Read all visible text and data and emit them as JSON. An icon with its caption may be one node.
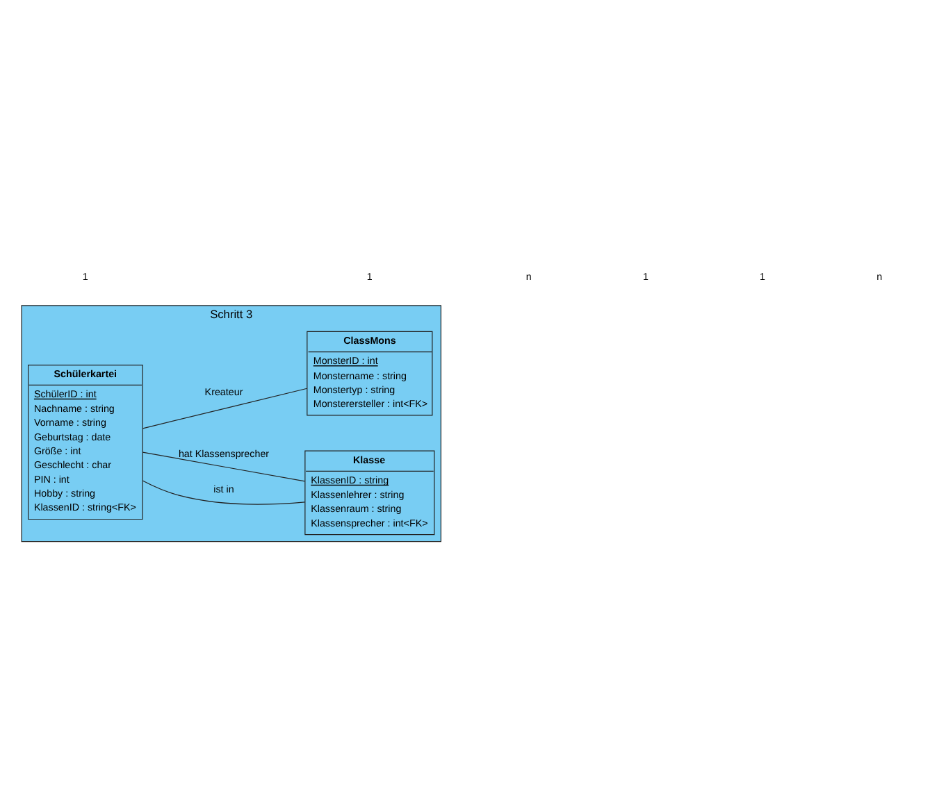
{
  "diagram": {
    "nodes": [
      {
        "text": [
          "Schritt 3"
        ]
      },
      {
        "text": [
          "Schülerkartei",
          "SchülerID : int",
          "Nachname : string",
          "Vorname : string",
          "Geburtstag : date",
          "Größe : int",
          "Geschlecht : char",
          "PIN : int",
          "Hobby : string",
          "KlassenID : string<FK>"
        ],
        "in": 0
      },
      {
        "text": [
          "Klasse",
          "KlassenID : string",
          "Klassenlehrer : string",
          "Klassenraum : string",
          "Klassensprecher : int<FK>"
        ],
        "in": 0
      },
      {
        "text": [
          "ClassMons",
          "MonsterID : int",
          "Monstername : string",
          "Monstertyp : string",
          "Monsterersteller : int<FK>"
        ],
        "in": 0
      }
    ],
    "edges": [
      {
        "from": 1,
        "to": 2,
        "arrow": "none",
        "label": "ist in"
      },
      {
        "from": 1,
        "to": 2,
        "arrow": "none",
        "label": "hat Klassensprecher"
      },
      {
        "from": 1,
        "to": 3,
        "arrow": "none",
        "label": "Kreateur"
      }
    ],
    "labels": [
      "1",
      "1",
      "n",
      "1",
      "1",
      "n"
    ]
  }
}
